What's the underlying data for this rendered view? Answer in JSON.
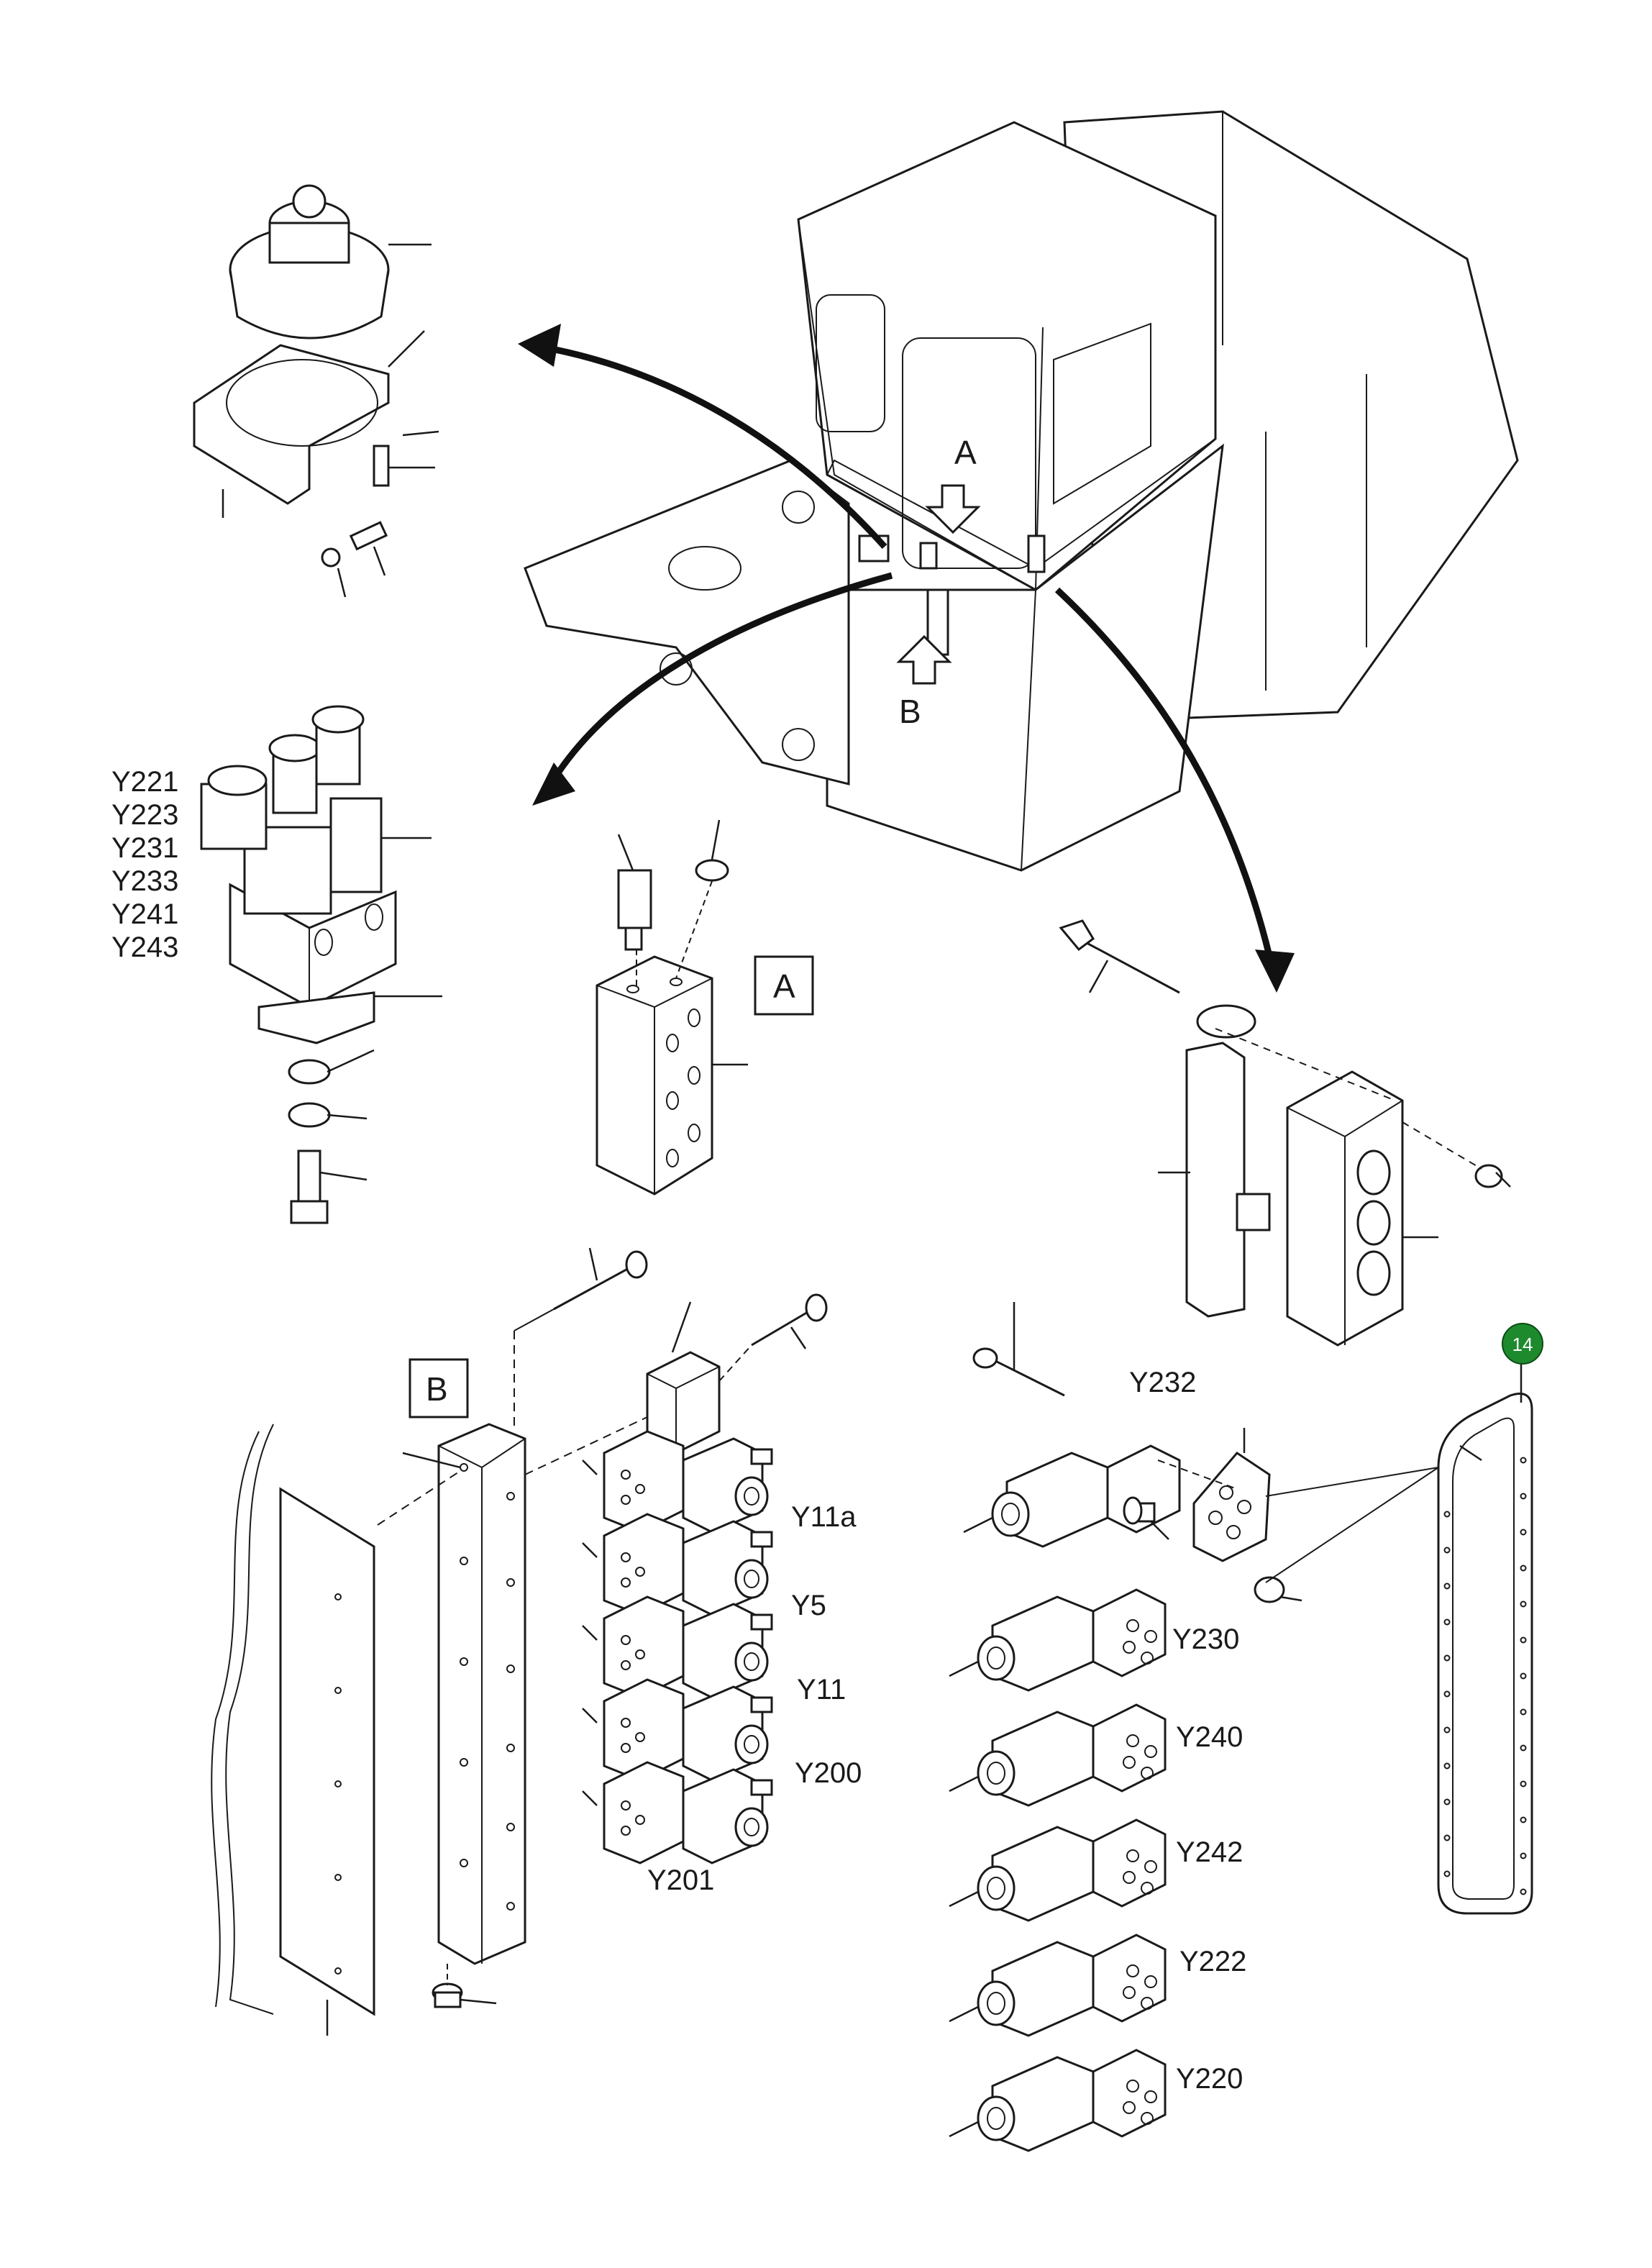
{
  "labels": {
    "view_a": "A",
    "view_b": "B",
    "cab_arrow_a": "A",
    "cab_arrow_b": "B",
    "valve_group_left": [
      "Y221",
      "Y223",
      "Y231",
      "Y233",
      "Y241",
      "Y243"
    ],
    "block_valves": [
      "Y11a",
      "Y5",
      "Y11",
      "Y200",
      "Y201"
    ],
    "right_valves": [
      "Y232",
      "Y230",
      "Y240",
      "Y242",
      "Y222",
      "Y220"
    ]
  },
  "callout_badge": {
    "number": "14",
    "color": "#1e8a2e"
  }
}
